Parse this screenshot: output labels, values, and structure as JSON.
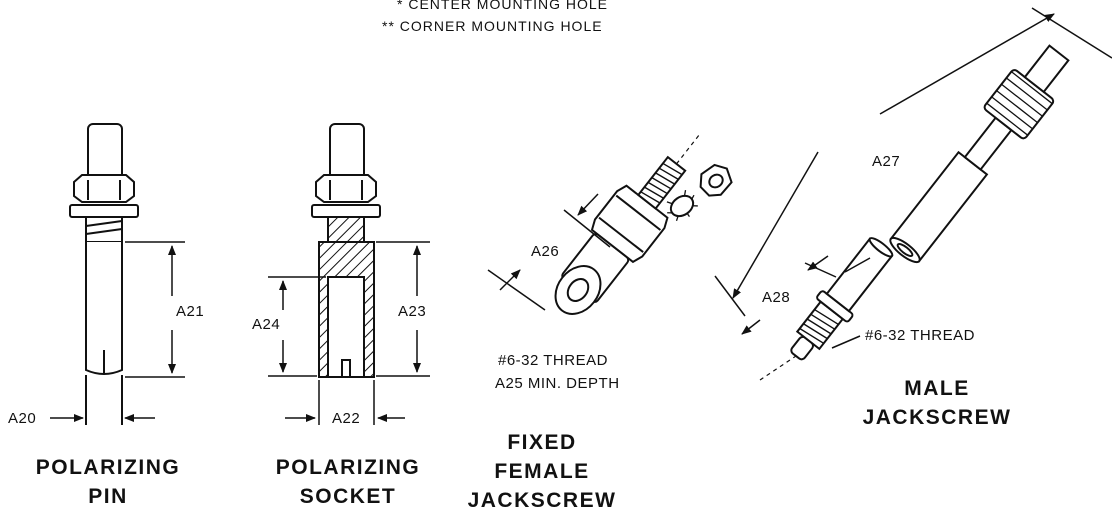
{
  "notes": {
    "center": "* CENTER MOUNTING HOLE",
    "corner": "** CORNER MOUNTING HOLE"
  },
  "dimensions": {
    "A20": "A20",
    "A21": "A21",
    "A22": "A22",
    "A23": "A23",
    "A24": "A24",
    "A26": "A26",
    "A27": "A27",
    "A28": "A28"
  },
  "fixed_female": {
    "thread": "#6-32 THREAD",
    "depth": "A25 MIN. DEPTH",
    "title_line1": "FIXED",
    "title_line2": "FEMALE",
    "title_line3": "JACKSCREW"
  },
  "male": {
    "thread": "#6-32 THREAD",
    "title_line1": "MALE",
    "title_line2": "JACKSCREW"
  },
  "pin": {
    "title_line1": "POLARIZING",
    "title_line2": "PIN"
  },
  "socket": {
    "title_line1": "POLARIZING",
    "title_line2": "SOCKET"
  }
}
